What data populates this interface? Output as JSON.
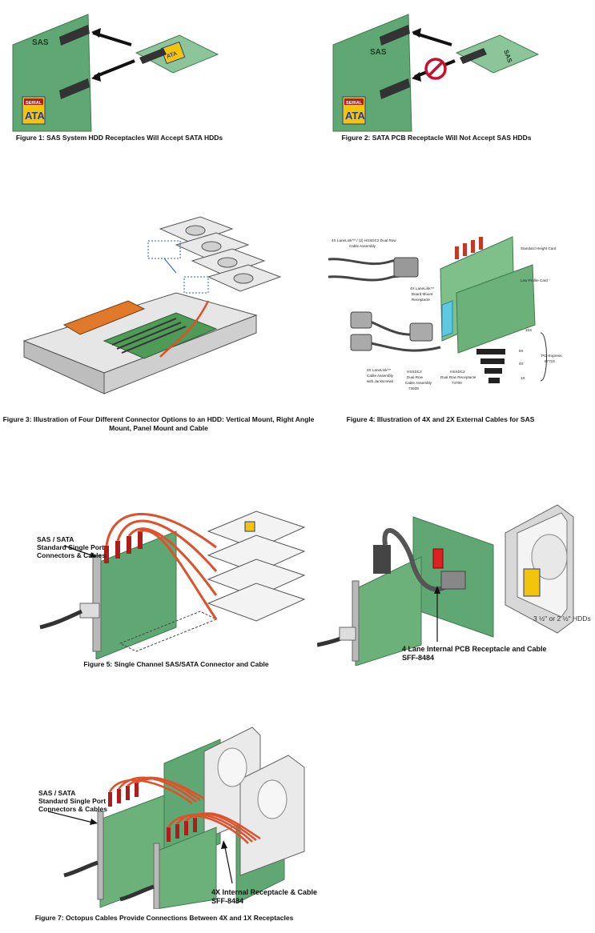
{
  "figures": {
    "fig1": {
      "caption": "Figure 1: SAS System HDD Receptacles Will Accept SATA HDDs",
      "board_label": "SAS",
      "logo_top": "SERIAL",
      "logo_main": "ATA"
    },
    "fig2": {
      "caption": "Figure 2: SATA PCB Receptacle Will Not Accept SAS HDDs",
      "board_label": "SAS",
      "logo_top": "SERIAL",
      "logo_main": "ATA"
    },
    "fig3": {
      "caption_line1": "Figure 3: Illustration of Four Different Connector Options to an HDD: Vertical Mount, Right Angle",
      "caption_line2": "Mount, Panel Mount and Cable"
    },
    "fig4": {
      "caption": "Figure 4: Illustration of 4X and 2X External Cables for SAS",
      "labels": {
        "cable_asm_1": "4X LaneLink™ / (2) HSSDC2 Dual Row",
        "cable_asm_2": "Cable Assembly",
        "std_height": "Standard Height Card",
        "low_profile": "Low Profile Card",
        "board_mount_1": "4X LaneLink™",
        "board_mount_2": "Board Mount",
        "board_mount_3": "Receptacle",
        "jackscrews_1": "4X LaneLink™",
        "jackscrews_2": "Cable Assembly",
        "jackscrews_3": "with Jackscrews",
        "hssdc2_cable_1": "HSSDC2",
        "hssdc2_cable_2": "Dual Row",
        "hssdc2_cable_3": "Cable Assembly",
        "hssdc2_cable_4": "73939",
        "hssdc2_rec_1": "HSSDC2",
        "hssdc2_rec_2": "Dual Row Receptacle",
        "hssdc2_rec_3": "74700",
        "x16": "16X",
        "x8": "8X",
        "x4": "4X",
        "x1": "1X",
        "pci_1": "PCI Express",
        "pci_2": "87715"
      }
    },
    "fig5": {
      "caption": "Figure 5: Single Channel SAS/SATA Connector and Cable",
      "callout_1": "SAS / SATA",
      "callout_2": "Standard Single Port",
      "callout_3": "Connectors & Cables"
    },
    "fig6": {
      "hdd_label": "3 ½\" or 2 ½\" HDDs",
      "callout_1": "4 Lane Internal PCB Receptacle and Cable",
      "callout_2": "SFF-8484"
    },
    "fig7": {
      "caption": "Figure 7: Octopus Cables Provide Connections Between 4X and 1X Receptacles",
      "callout_1": "SAS / SATA",
      "callout_2": "Standard Single Port",
      "callout_3": "Connectors & Cables",
      "callout_4": "4X Internal Receptacle & Cable",
      "callout_5": "SFF-8484"
    }
  },
  "colors": {
    "board_green": "#5fa873",
    "board_light": "#8cc59a",
    "cable_orange": "#e0502a",
    "sata_red": "#b01c1c",
    "logo_gold": "#f2c40c",
    "logo_blue": "#283a8e",
    "metal_gray": "#b9b9b9",
    "dark": "#222222"
  }
}
